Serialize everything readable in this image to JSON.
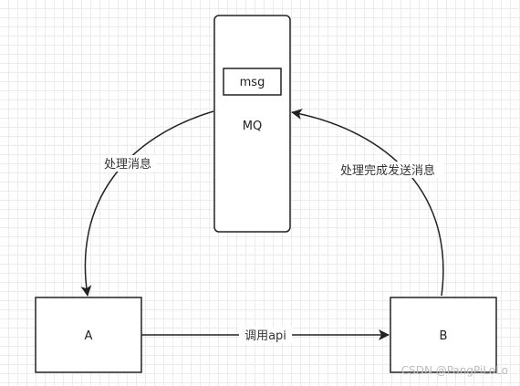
{
  "nodes": {
    "mq": {
      "label": "MQ"
    },
    "msg": {
      "label": "msg"
    },
    "a": {
      "label": "A"
    },
    "b": {
      "label": "B"
    }
  },
  "edges": {
    "mq_to_a": {
      "label": "处理消息"
    },
    "b_to_mq": {
      "label": "处理完成发送消息"
    },
    "a_to_b": {
      "label": "调用api"
    }
  },
  "watermark": "CSDN @PangPiLoLo"
}
